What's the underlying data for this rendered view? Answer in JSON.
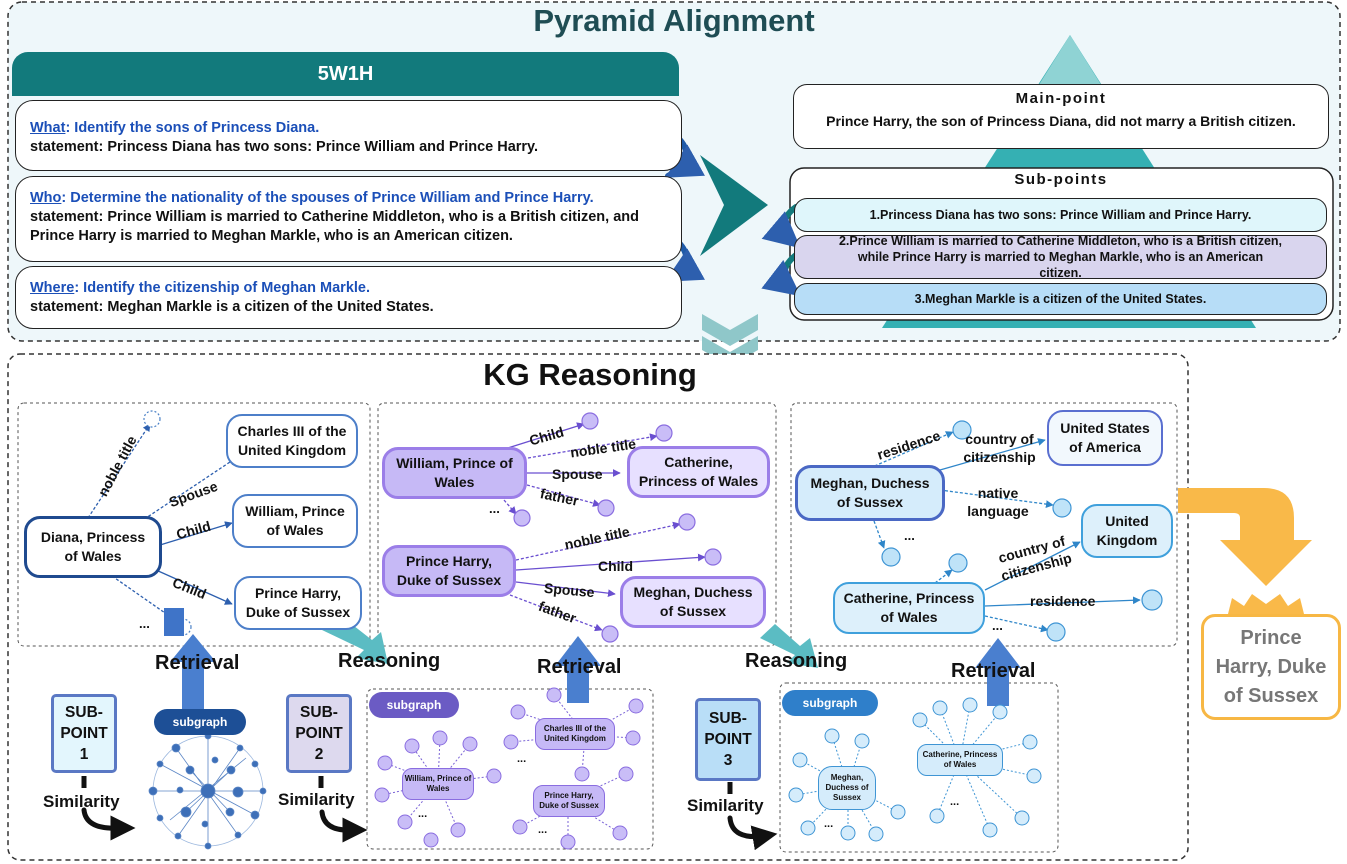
{
  "pyramid_alignment": {
    "title": "Pyramid Alignment",
    "banner": "5W1H",
    "questions": [
      {
        "tag": "What",
        "question": ": Identify the sons of Princess Diana.",
        "statement": "statement: Princess Diana has two sons: Prince William and Prince Harry."
      },
      {
        "tag": "Who",
        "question": ": Determine the nationality of the spouses of Prince William and Prince Harry.",
        "statement": "statement: Prince William is married to Catherine Middleton, who is a British citizen, and Prince Harry is married to Meghan Markle, who is an American citizen."
      },
      {
        "tag": "Where",
        "question": ": Identify the citizenship of Meghan Markle.",
        "statement": "statement: Meghan Markle is a citizen of the United States."
      }
    ],
    "main_point": {
      "heading": "Main-point",
      "text": "Prince Harry, the son of Princess Diana, did not marry a British citizen."
    },
    "sub_points": {
      "heading": "Sub-points",
      "items": [
        "1.Princess Diana has two sons: Prince William and Prince Harry.",
        "2.Prince William is married to Catherine Middleton, who is a British citizen, while Prince Harry is married to Meghan Markle, who is an American citizen.",
        "3.Meghan Markle is a citizen of the United States."
      ]
    }
  },
  "kg_reasoning": {
    "title": "KG Reasoning",
    "graph1": {
      "nodes": {
        "diana": "Diana, Princess of Wales",
        "charles": "Charles III of the United Kingdom",
        "william": "William, Prince of Wales",
        "harry": "Prince Harry, Duke of Sussex"
      },
      "edges": {
        "noble_title": "noble title",
        "spouse": "Spouse",
        "child1": "Child",
        "child2": "Child"
      },
      "ellipsis": "..."
    },
    "graph2": {
      "nodes": {
        "william": "William, Prince of Wales",
        "catherine": "Catherine, Princess of Wales",
        "harry": "Prince Harry, Duke of Sussex",
        "meghan": "Meghan, Duchess of Sussex"
      },
      "edges": {
        "child": "Child",
        "noble_title1": "noble title",
        "spouse1": "Spouse",
        "father1": "father",
        "noble_title2": "noble title",
        "child2": "Child",
        "spouse2": "Spouse",
        "father2": "father"
      },
      "ellipsis": "..."
    },
    "graph3": {
      "nodes": {
        "meghan": "Meghan, Duchess of Sussex",
        "usa": "United States of America",
        "catherine": "Catherine, Princess of Wales",
        "uk": "United Kingdom"
      },
      "edges": {
        "residence1": "residence",
        "citizenship1": "country of citizenship",
        "native_language": "native language",
        "citizenship2": "country of citizenship",
        "residence2": "residence"
      },
      "ellipsis": "..."
    },
    "stages": {
      "retrieval": "Retrieval",
      "reasoning": "Reasoning",
      "similarity": "Similarity",
      "subgraph": "subgraph"
    },
    "sub_point_labels": [
      "SUB-POINT 1",
      "SUB-POINT 2",
      "SUB-POINT 3"
    ],
    "mini2": {
      "william": "William, Prince of Wales",
      "charles": "Charles III of the United Kingdom",
      "harry": "Prince Harry, Duke of Sussex",
      "ellipsis": "..."
    },
    "mini3": {
      "meghan": "Meghan, Duchess of Sussex",
      "catherine": "Catherine, Princess of Wales",
      "ellipsis": "..."
    }
  },
  "answer": "Prince Harry, Duke of Sussex",
  "colors": {
    "teal": "#127a7c",
    "answer_orange": "#f7b744",
    "purple": "#9b7ee8",
    "blue": "#3f74c8"
  }
}
